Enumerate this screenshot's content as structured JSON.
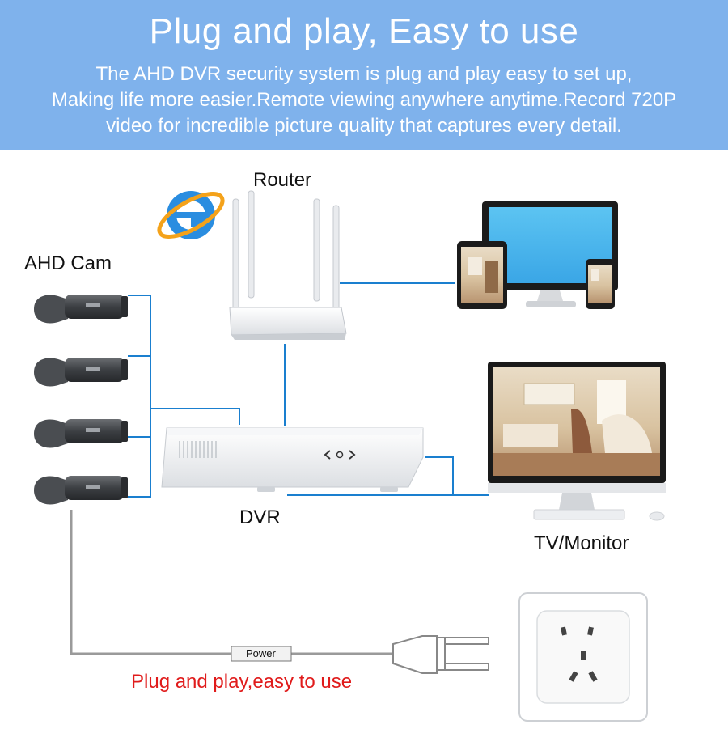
{
  "banner": {
    "title": "Plug and play, Easy to use",
    "lines": [
      "The AHD DVR security system is plug and play easy to set up,",
      "Making life more easier.Remote viewing anywhere anytime.Record 720P",
      "video for incredible picture quality that captures every detail."
    ]
  },
  "labels": {
    "router": "Router",
    "ahd_cam": "AHD Cam",
    "dvr": "DVR",
    "tv_monitor": "TV/Monitor",
    "power": "Power",
    "plug_play": "Plug and play,easy to use"
  },
  "colors": {
    "banner": "#7fb2ec",
    "link_line": "#1a7fcf",
    "power_cable": "#9a9a9a",
    "accent_red": "#e01b1b"
  }
}
